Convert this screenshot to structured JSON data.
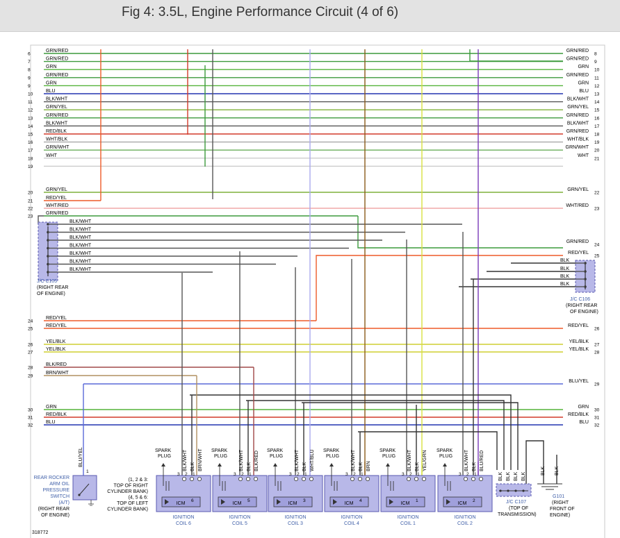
{
  "title": "Fig 4: 3.5L, Engine Performance Circuit (4 of 6)",
  "figure_id": "318772",
  "colors": {
    "GRN/RED": "#3c9a3c",
    "GRN": "#55b33a",
    "BLU": "#2233b0",
    "BLK/WHT": "#555555",
    "GRN/YEL": "#7fb03a",
    "RED/BLK": "#d23a2a",
    "WHT/BLK": "#a8a8a8",
    "GRN/WHT": "#6aae5a",
    "WHT": "#cccccc",
    "RED/YEL": "#ee5a28",
    "WHT/RED": "#f0a8a8",
    "YEL/BLK": "#cfcf30",
    "BLK/RED": "#a04848",
    "BRN/WHT": "#b09060",
    "BLU/YEL": "#5a6ad8",
    "BLK": "#333333",
    "BRN": "#8a5a1a",
    "YEL/GRN": "#d8e040",
    "WHT/BLU": "#aaaaee",
    "BLU/RED": "#7a3ab8",
    "component_fill": "#b8b8e8",
    "component_stroke": "#5a5ab0",
    "label_blue": "#3f5fa8"
  },
  "top_wires": [
    {
      "row": 0,
      "left_no": "6",
      "left_color": "GRN/RED",
      "right_no": "8",
      "right_color": "GRN/RED"
    },
    {
      "row": 1,
      "left_no": "7",
      "left_color": "GRN/RED",
      "right_no": "9",
      "right_color": "GRN/RED"
    },
    {
      "row": 2,
      "left_no": "8",
      "left_color": "GRN",
      "right_no": "10",
      "right_color": "GRN"
    },
    {
      "row": 3,
      "left_no": "9",
      "left_color": "GRN/RED",
      "right_no": "11",
      "right_color": "GRN/RED"
    },
    {
      "row": 4,
      "left_no": "9",
      "left_color": "GRN",
      "right_no": "12",
      "right_color": "GRN"
    },
    {
      "row": 5,
      "left_no": "10",
      "left_color": "BLU",
      "right_no": "13",
      "right_color": "BLU"
    },
    {
      "row": 6,
      "left_no": "11",
      "left_color": "BLK/WHT",
      "right_no": "14",
      "right_color": "BLK/WHT"
    },
    {
      "row": 7,
      "left_no": "12",
      "left_color": "GRN/YEL",
      "right_no": "15",
      "right_color": "GRN/YEL"
    },
    {
      "row": 8,
      "left_no": "13",
      "left_color": "GRN/RED",
      "right_no": "16",
      "right_color": "GRN/RED"
    },
    {
      "row": 9,
      "left_no": "14",
      "left_color": "BLK/WHT",
      "right_no": "17",
      "right_color": "BLK/WHT"
    },
    {
      "row": 10,
      "left_no": "15",
      "left_color": "RED/BLK",
      "right_no": "18",
      "right_color": "GRN/RED"
    },
    {
      "row": 11,
      "left_no": "16",
      "left_color": "WHT/BLK",
      "right_no": "19",
      "right_color": "WHT/BLK"
    },
    {
      "row": 12,
      "left_no": "17",
      "left_color": "GRN/WHT",
      "right_no": "20",
      "right_color": "GRN/WHT"
    },
    {
      "row": 13,
      "left_no": "18",
      "left_color": "WHT",
      "right_no": "21",
      "right_color": "WHT"
    },
    {
      "row": 14,
      "left_no": "19",
      "left_color": "",
      "right_no": "",
      "right_color": ""
    }
  ],
  "mid_wires": [
    {
      "left_no": "20",
      "left_color": "GRN/YEL",
      "right_no": "22",
      "right_color": "GRN/YEL"
    },
    {
      "left_no": "21",
      "left_color": "RED/YEL",
      "right_no": "",
      "right_color": ""
    },
    {
      "left_no": "22",
      "left_color": "WHT/RED",
      "right_no": "23",
      "right_color": "WHT/RED"
    },
    {
      "left_no": "23",
      "left_color": "GRN/RED",
      "right_no": "",
      "right_color": ""
    }
  ],
  "c105": {
    "name": "J/C C105",
    "line1": "(RIGHT REAR",
    "line2": "OF ENGINE)",
    "branches": [
      "BLK/WHT",
      "BLK/WHT",
      "BLK/WHT",
      "BLK/WHT",
      "BLK/WHT",
      "BLK/WHT",
      "BLK/WHT"
    ]
  },
  "c106": {
    "name": "J/C C106",
    "line1": "(RIGHT REAR",
    "line2": "OF ENGINE)",
    "right_wires": [
      {
        "no": "24",
        "color": "GRN/RED"
      },
      {
        "no": "25",
        "color": "RED/YEL"
      }
    ],
    "branches": [
      "BLK",
      "BLK",
      "BLK",
      "BLK"
    ]
  },
  "lower_wires": [
    {
      "left_no": "24",
      "left_color": "RED/YEL",
      "right_no": "",
      "right_color": ""
    },
    {
      "left_no": "25",
      "left_color": "RED/YEL",
      "right_no": "26",
      "right_color": "RED/YEL"
    },
    {
      "left_no": "26",
      "left_color": "YEL/BLK",
      "right_no": "27",
      "right_color": "YEL/BLK"
    },
    {
      "left_no": "27",
      "left_color": "YEL/BLK",
      "right_no": "28",
      "right_color": "YEL/BLK"
    },
    {
      "left_no": "28",
      "left_color": "BLK/RED",
      "right_no": "",
      "right_color": ""
    },
    {
      "left_no": "29",
      "left_color": "BRN/WHT",
      "right_no": "",
      "right_color": ""
    },
    {
      "left_no": "",
      "left_color": "",
      "right_no": "29",
      "right_color": "BLU/YEL"
    }
  ],
  "bottom_wires": [
    {
      "left_no": "30",
      "left_color": "GRN",
      "right_no": "30",
      "right_color": "GRN"
    },
    {
      "left_no": "31",
      "left_color": "RED/BLK",
      "right_no": "31",
      "right_color": "RED/BLK"
    },
    {
      "left_no": "32",
      "left_color": "BLU",
      "right_no": "32",
      "right_color": "BLU"
    }
  ],
  "coils": [
    {
      "name": "IGNITION",
      "num": "COIL 6",
      "icm": "ICM",
      "idx": "6",
      "spark": "SPARK",
      "plug": "PLUG",
      "pin_wires": [
        "BLK/WHT",
        "BLK",
        "BRN/WHT"
      ]
    },
    {
      "name": "IGNITION",
      "num": "COIL 5",
      "icm": "ICM",
      "idx": "5",
      "spark": "SPARK",
      "plug": "PLUG",
      "pin_wires": [
        "BLK/WHT",
        "BLK",
        "BLK/RED"
      ]
    },
    {
      "name": "IGNITION",
      "num": "COIL 3",
      "icm": "ICM",
      "idx": "3",
      "spark": "SPARK",
      "plug": "PLUG",
      "pin_wires": [
        "BLK/WHT",
        "BLK",
        "WHT/BLU"
      ]
    },
    {
      "name": "IGNITION",
      "num": "COIL 4",
      "icm": "ICM",
      "idx": "4",
      "spark": "SPARK",
      "plug": "PLUG",
      "pin_wires": [
        "BLK/WHT",
        "BLK",
        "BRN"
      ]
    },
    {
      "name": "IGNITION",
      "num": "COIL 1",
      "icm": "ICM",
      "idx": "1",
      "spark": "SPARK",
      "plug": "PLUG",
      "pin_wires": [
        "BLK/WHT",
        "BLK",
        "YEL/GRN"
      ]
    },
    {
      "name": "IGNITION",
      "num": "COIL 2",
      "icm": "ICM",
      "idx": "2",
      "spark": "SPARK",
      "plug": "PLUG",
      "pin_wires": [
        "BLK/WHT",
        "BLK",
        "BLU/RED"
      ]
    }
  ],
  "coil_bank_note": [
    "(1, 2 & 3:",
    "TOP OF RIGHT",
    "CYLINDER BANK)",
    "(4, 5 & 6:",
    "TOP OF LEFT",
    "CYLINDER BANK)"
  ],
  "pressure_switch": {
    "lines": [
      "REAR ROCKER",
      "ARM OIL",
      "PRESSURE",
      "SWITCH",
      "(A/T)"
    ],
    "loc": [
      "(RIGHT REAR",
      "OF ENGINE)"
    ],
    "wire": "BLU/YEL"
  },
  "c107": {
    "name": "J/C C107",
    "line1": "(TOP OF",
    "line2": "TRANSMISSION)",
    "wires": [
      "BLK",
      "BLK",
      "BLK",
      "BLK"
    ]
  },
  "g101": {
    "name": "G101",
    "line1": "(RIGHT",
    "line2": "FRONT OF",
    "line3": "ENGINE)",
    "wires": [
      "BLK",
      "BLK"
    ]
  }
}
